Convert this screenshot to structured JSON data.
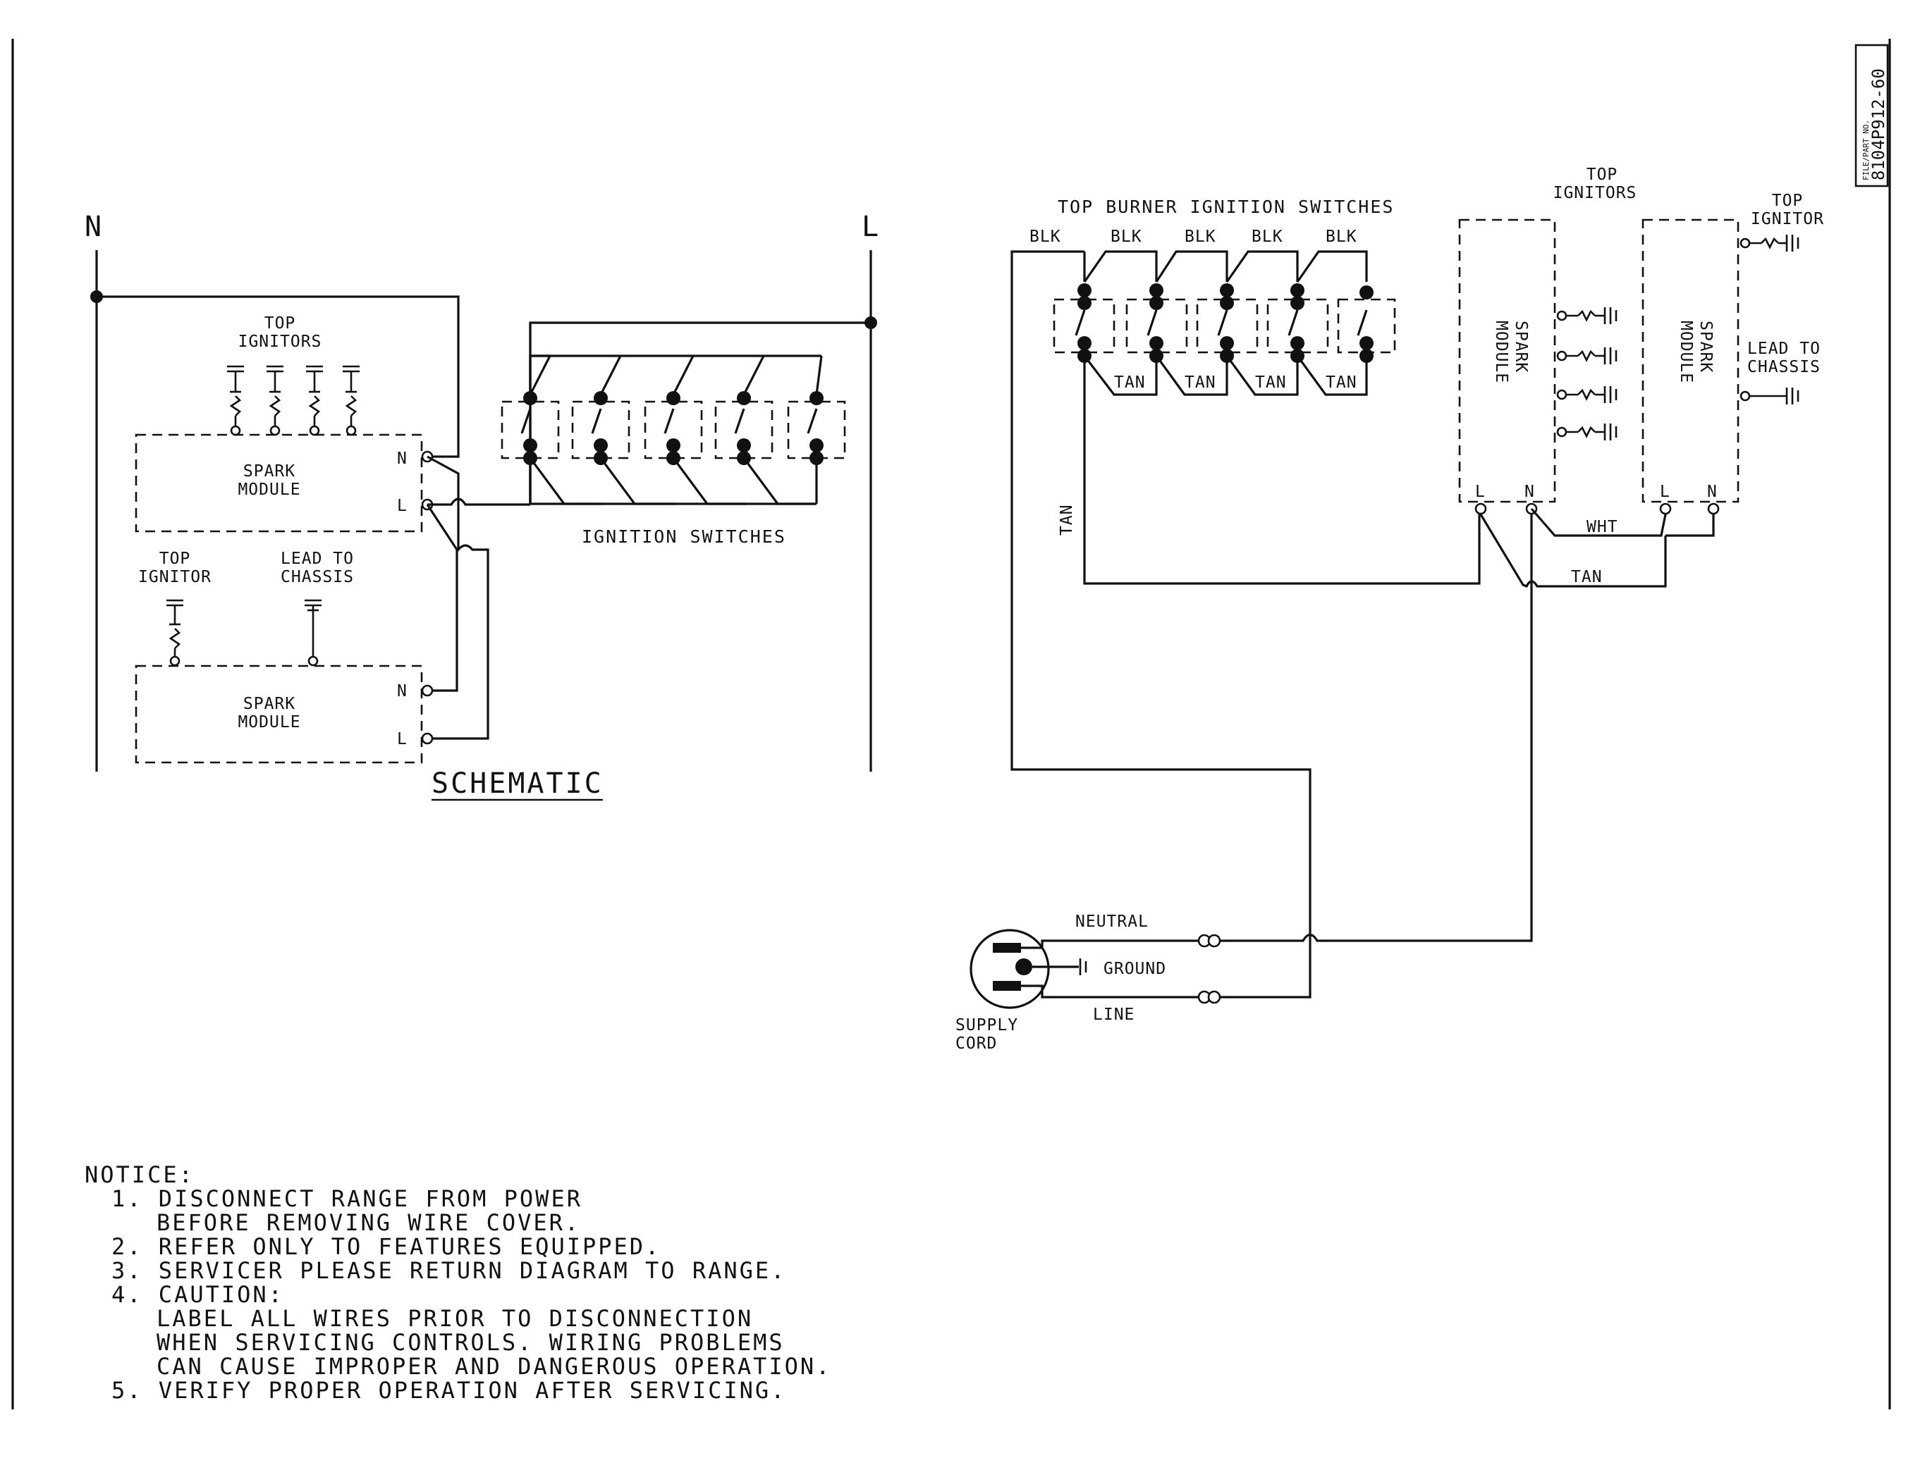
{
  "schematic": {
    "neutral_bus": "N",
    "line_bus": "L",
    "top_ignitors": [
      "TOP",
      "IGNITORS"
    ],
    "spark_module_1": [
      "SPARK",
      "MODULE"
    ],
    "spark_module_2": [
      "SPARK",
      "MODULE"
    ],
    "term_n1": "N",
    "term_l1": "L",
    "term_n2": "N",
    "term_l2": "L",
    "top_ignitor": [
      "TOP",
      "IGNITOR"
    ],
    "lead_to_chassis": [
      "LEAD TO",
      "CHASSIS"
    ],
    "ignition_switches": "IGNITION SWITCHES",
    "title": "SCHEMATIC"
  },
  "wiring": {
    "switches_title": "TOP BURNER IGNITION SWITCHES",
    "blk_labels": [
      "BLK",
      "BLK",
      "BLK",
      "BLK",
      "BLK"
    ],
    "tan_labels": [
      "TAN",
      "TAN",
      "TAN",
      "TAN"
    ],
    "tan_vertical": "TAN",
    "top_ignitors": [
      "TOP",
      "IGNITORS"
    ],
    "top_ignitor": [
      "TOP",
      "IGNITOR"
    ],
    "spark_module_left": [
      "SPARK",
      "MODULE"
    ],
    "spark_module_right": [
      "SPARK",
      "MODULE"
    ],
    "lead_to_chassis": [
      "LEAD TO",
      "CHASSIS"
    ],
    "term_l_left": "L",
    "term_n_left": "N",
    "term_l_right": "L",
    "term_n_right": "N",
    "wht": "WHT",
    "tan": "TAN",
    "neutral": "NEUTRAL",
    "ground": "GROUND",
    "line": "LINE",
    "supply_cord": [
      "SUPPLY",
      "CORD"
    ]
  },
  "part_number": [
    "FILE/PART NO.",
    "8104P912-60"
  ],
  "notice": {
    "heading": "NOTICE:",
    "lines": [
      "1. DISCONNECT RANGE FROM POWER",
      "BEFORE REMOVING WIRE COVER.",
      "2. REFER ONLY TO FEATURES EQUIPPED.",
      "3. SERVICER PLEASE RETURN DIAGRAM TO RANGE.",
      "4. CAUTION:",
      "LABEL ALL WIRES PRIOR TO DISCONNECTION",
      "WHEN SERVICING CONTROLS. WIRING PROBLEMS",
      "CAN CAUSE IMPROPER AND DANGEROUS OPERATION.",
      "5. VERIFY PROPER OPERATION AFTER SERVICING."
    ]
  }
}
